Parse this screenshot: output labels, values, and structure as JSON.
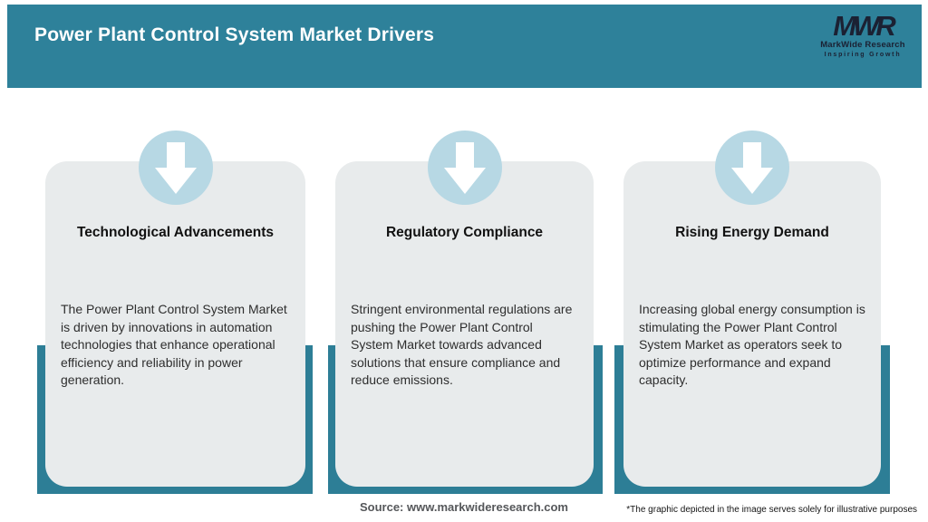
{
  "header": {
    "title": "Power Plant Control System Market Drivers",
    "logo": {
      "acronym": "MWR",
      "name": "MarkWide Research",
      "tagline": "Inspiring Growth"
    }
  },
  "cards": [
    {
      "title": "Technological Advancements",
      "description": "The Power Plant Control System Market is driven by innovations in automation technologies that enhance operational efficiency and reliability in power generation."
    },
    {
      "title": "Regulatory Compliance",
      "description": "Stringent environmental regulations are pushing the Power Plant Control System Market towards advanced solutions that ensure compliance and reduce emissions."
    },
    {
      "title": "Rising Energy Demand",
      "description": "Increasing global energy consumption is stimulating the Power Plant Control System Market as operators seek to optimize performance and expand capacity."
    }
  ],
  "footer": {
    "source": "Source: www.markwideresearch.com",
    "disclaimer": "*The graphic depicted in the image serves solely for illustrative purposes"
  },
  "colors": {
    "accent": "#2e819a",
    "accent-dark": "#2d7e96",
    "card": "#e8ebec",
    "circle": "#b7d8e4",
    "logo": "#1b2133"
  }
}
